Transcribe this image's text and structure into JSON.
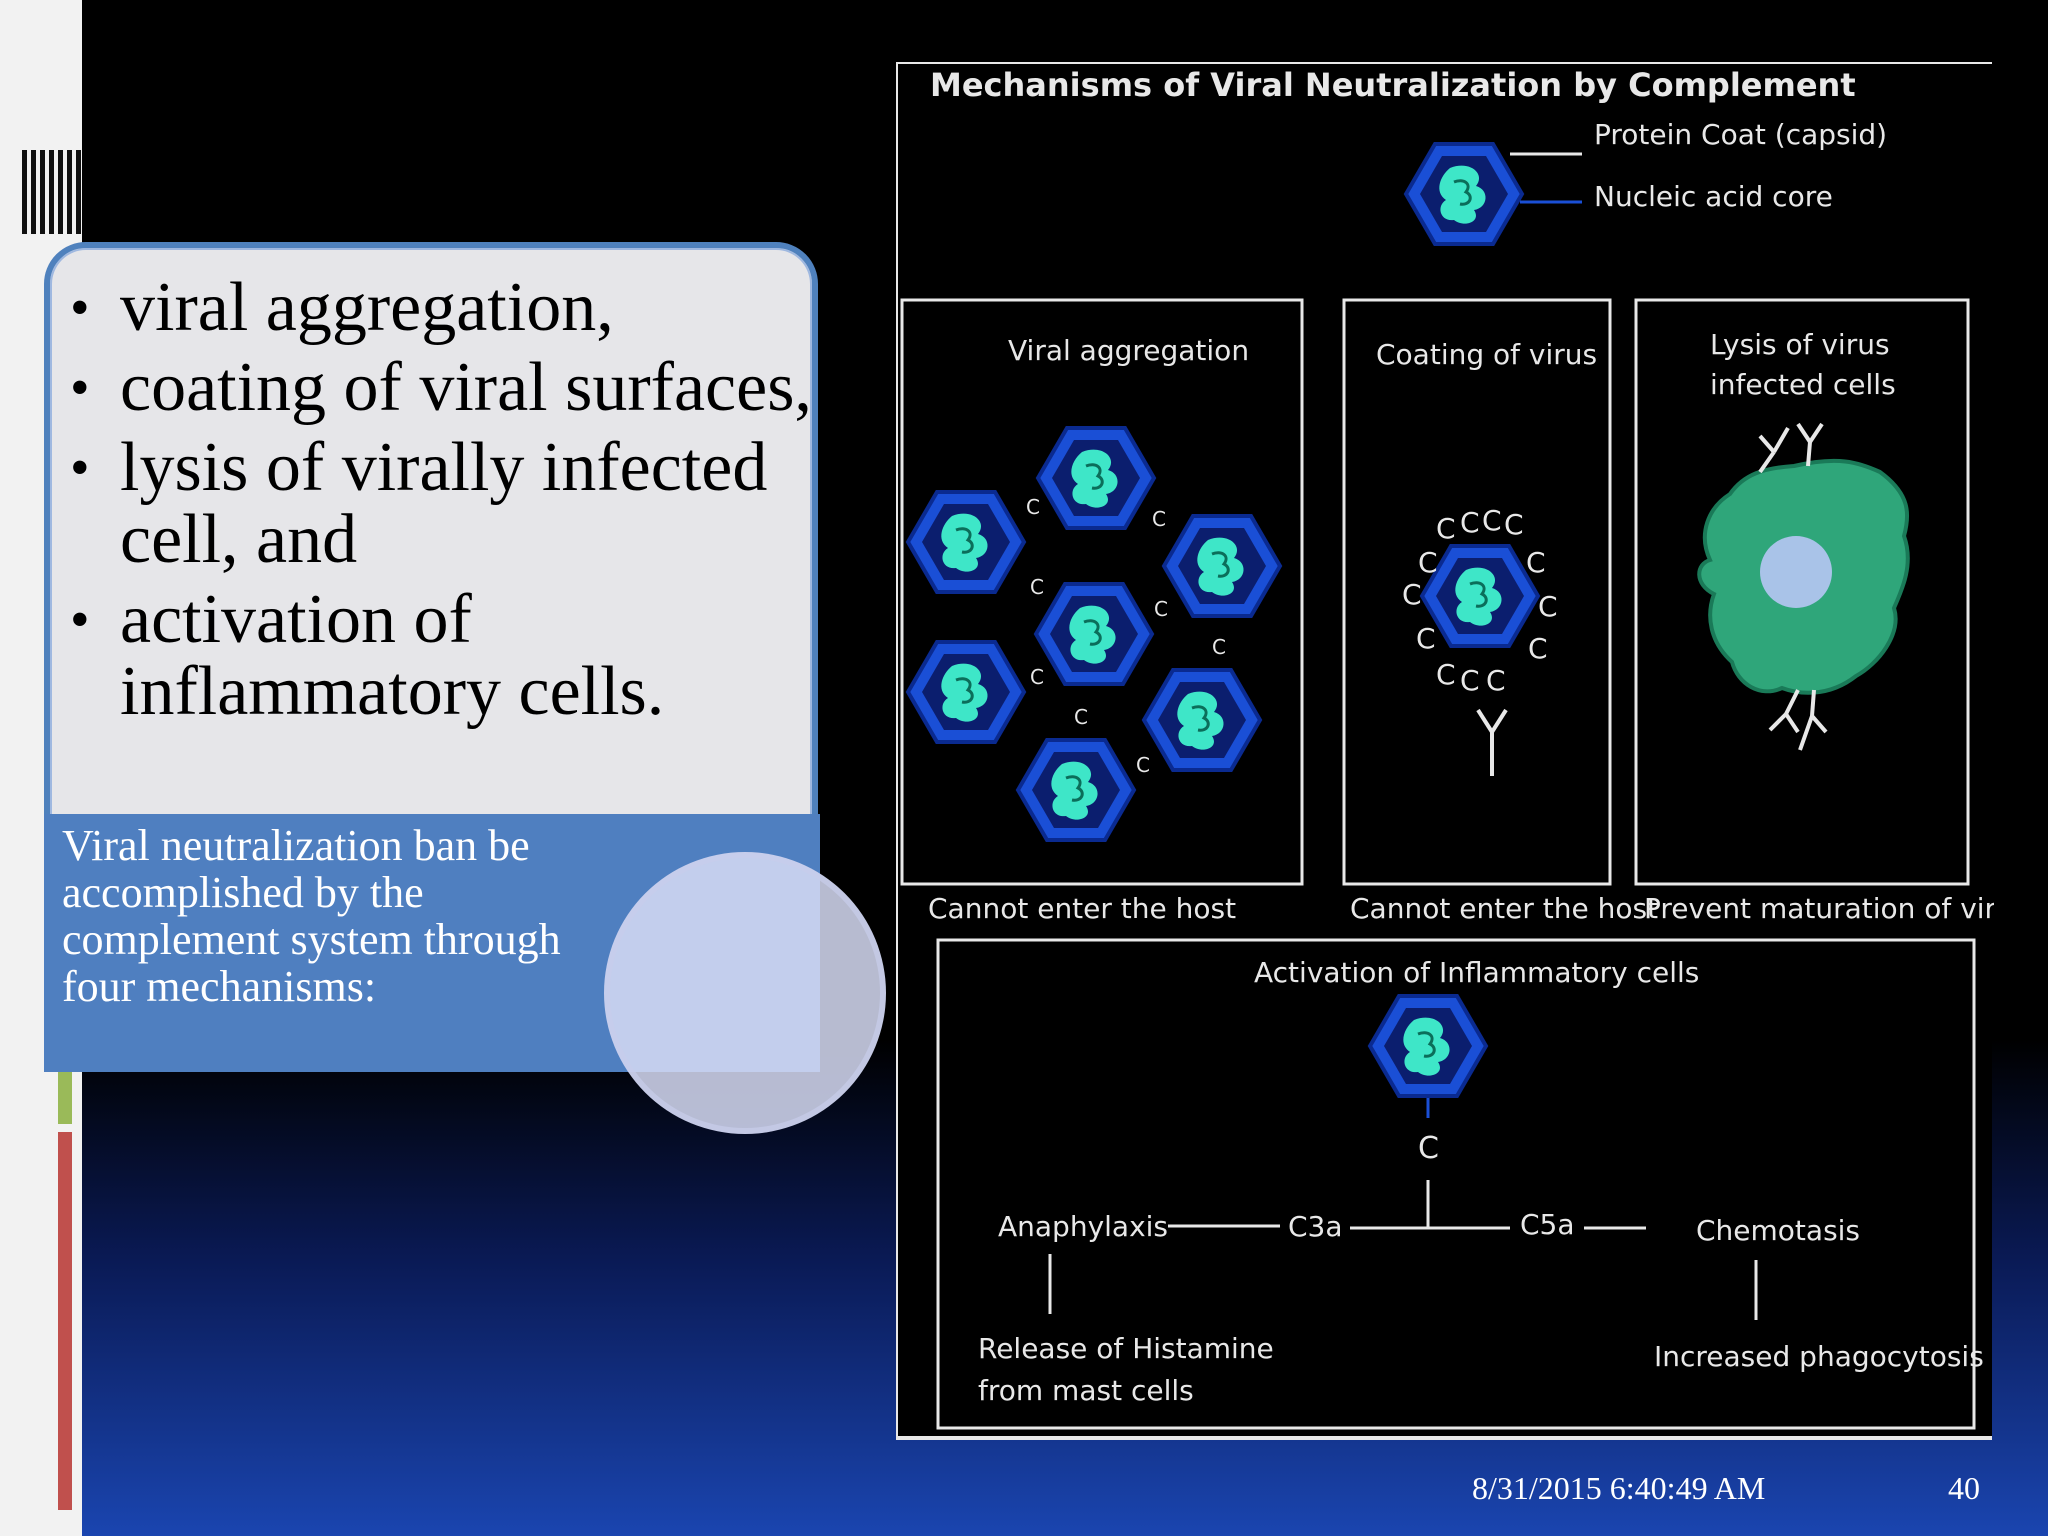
{
  "slide": {
    "bullets": [
      "viral aggregation,",
      "coating of viral surfaces,",
      "lysis of virally infected cell, and",
      "activation of inflammatory cells."
    ],
    "intro": "Viral neutralization ban be accomplished by the complement system through four mechanisms:",
    "date": "8/31/2015 6:40:49 AM",
    "page": "40"
  },
  "figure": {
    "title": "Mechanisms of Viral Neutralization by Complement",
    "legend_capsid": "Protein Coat (capsid)",
    "legend_core": "Nucleic acid core",
    "panel1_title": "Viral aggregation",
    "panel2_title": "Coating of virus",
    "panel3_title_line1": "Lysis of virus",
    "panel3_title_line2": "infected cells",
    "caption1": "Cannot enter the host",
    "caption2": "Cannot enter the host",
    "caption3": "Prevent maturation of virus",
    "panel4_title": "Activation of Inflammatory cells",
    "c_label": "C",
    "anaphylaxis": "Anaphylaxis",
    "c3a": "C3a",
    "c5a": "C5a",
    "chemotasis": "Chemotasis",
    "histamine_line1": "Release of Histamine",
    "histamine_line2": "from mast cells",
    "phagocytosis": "Increased phagocytosis",
    "colors": {
      "capsid": "#1a4fd6",
      "core": "#3ee6c8",
      "cell": "#2fa67a",
      "nucleus": "#a9c3e8"
    }
  }
}
